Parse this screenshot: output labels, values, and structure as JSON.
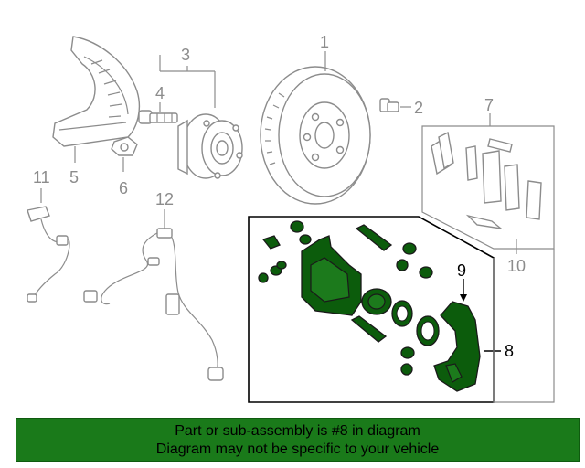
{
  "callouts": {
    "c1": "1",
    "c2": "2",
    "c3": "3",
    "c4": "4",
    "c5": "5",
    "c6": "6",
    "c7": "7",
    "c8": "8",
    "c9": "9",
    "c10": "10",
    "c11": "11",
    "c12": "12"
  },
  "highlighted_part": "8",
  "colors": {
    "highlight": "#0c5c0c",
    "banner": "#1a7a1a",
    "line": "#8c8c8c"
  },
  "banner": {
    "line1": "Part or sub-assembly is #8 in diagram",
    "line2": "Diagram may not be specific to your vehicle"
  }
}
